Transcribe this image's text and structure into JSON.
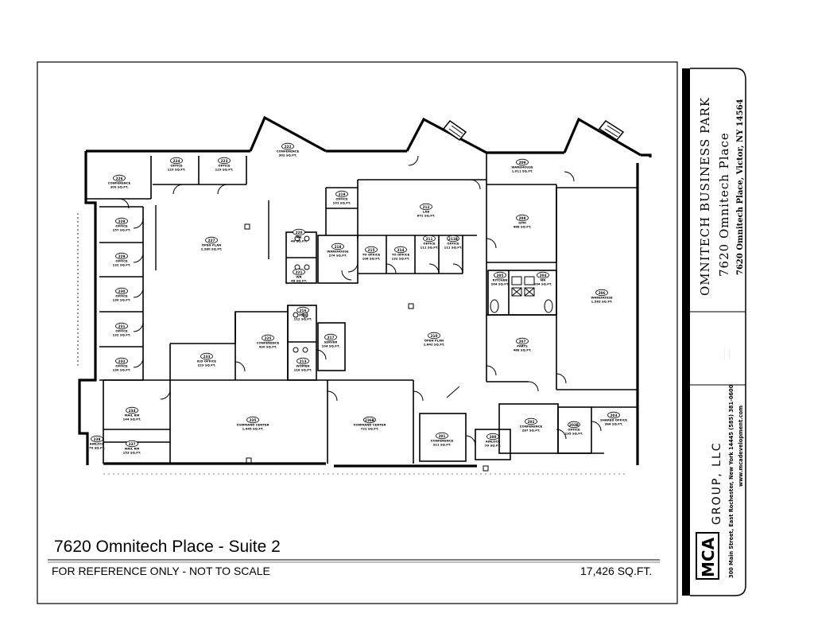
{
  "plan": {
    "title": "7620 Omnitech Place - Suite 2",
    "note": "FOR REFERENCE ONLY - NOT TO SCALE",
    "total_area": "17,426 SQ.FT."
  },
  "titleblock": {
    "park": "OMNITECH BUSINESS PARK",
    "building": "7620 Omnitech Place",
    "address": "7620 Omnitech Place, Victor, NY 14564",
    "company_logo_text": "MCA",
    "company_name": "GROUP, LLC",
    "company_address": "300 Main Street, East Rochester, New York 14445 (585) 381-0600",
    "company_web": "www.mcadevelopment.com"
  },
  "rooms": [
    {
      "num": "226",
      "name": "CONFERENCE",
      "area": "309 SQ.FT."
    },
    {
      "num": "224",
      "name": "OFFICE",
      "area": "129 SQ.FT."
    },
    {
      "num": "223",
      "name": "OFFICE",
      "area": "129 SQ.FT."
    },
    {
      "num": "222",
      "name": "CONFERENCE",
      "area": "302 SQ.FT."
    },
    {
      "num": "228",
      "name": "OFFICE",
      "area": "157 SQ.FT."
    },
    {
      "num": "229",
      "name": "OFFICE",
      "area": "132 SQ.FT."
    },
    {
      "num": "230",
      "name": "OFFICE",
      "area": "130 SQ.FT."
    },
    {
      "num": "231",
      "name": "OFFICE",
      "area": "132 SQ.FT."
    },
    {
      "num": "232",
      "name": "OFFICE",
      "area": "130 SQ.FT."
    },
    {
      "num": "227",
      "name": "OPEN PLAN",
      "area": "2,380 SQ.FT."
    },
    {
      "num": "219",
      "name": "OFFICE",
      "area": "101 SQ.FT."
    },
    {
      "num": "220",
      "name": "MR",
      "area": "48 SQ.FT."
    },
    {
      "num": "221",
      "name": "WR",
      "area": "48 SQ.FT."
    },
    {
      "num": "218",
      "name": "WAREHOUSE",
      "area": "274 SQ.FT."
    },
    {
      "num": "215",
      "name": "TO OFFICE",
      "area": "106 SQ.FT."
    },
    {
      "num": "214",
      "name": "TO OFFICE",
      "area": "132 SQ.FT."
    },
    {
      "num": "212",
      "name": "LAB",
      "area": "672 SQ.FT."
    },
    {
      "num": "211",
      "name": "OFFICE",
      "area": "111 SQ.FT."
    },
    {
      "num": "211B",
      "name": "OFFICE",
      "area": "111 SQ.FT."
    },
    {
      "num": "209",
      "name": "WAREHOUSE",
      "area": "1,011 SQ.FT."
    },
    {
      "num": "208",
      "name": "GYM",
      "area": "488 SQ.FT."
    },
    {
      "num": "206",
      "name": "WAREHOUSE",
      "area": "1,583 SQ.FT."
    },
    {
      "num": "205",
      "name": "KITCHEN",
      "area": "264 SQ.FT."
    },
    {
      "num": "204",
      "name": "MR",
      "area": "204 SQ.FT."
    },
    {
      "num": "207",
      "name": "PARTS",
      "area": "488 SQ.FT."
    },
    {
      "num": "216",
      "name": "MDR",
      "area": "112 SQ.FT."
    },
    {
      "num": "217",
      "name": "SERVER",
      "area": "104 SQ.FT."
    },
    {
      "num": "225",
      "name": "CONFERENCE",
      "area": "430 SQ.FT."
    },
    {
      "num": "213",
      "name": "WOMEN",
      "area": "118 SQ.FT."
    },
    {
      "num": "210",
      "name": "OPEN PLAN",
      "area": "1,642 SQ.FT."
    },
    {
      "num": "233",
      "name": "R/D OFFICE",
      "area": "229 SQ.FT."
    },
    {
      "num": "234",
      "name": "MAIL RM",
      "area": "144 SQ.FT."
    },
    {
      "num": "237",
      "name": "MAIL RM",
      "area": "153 SQ.FT."
    },
    {
      "num": "238",
      "name": "AIRLOCK",
      "area": "70 SQ.FT."
    },
    {
      "num": "235",
      "name": "COMMAND CENTER",
      "area": "1,445 SQ.FT."
    },
    {
      "num": "236B",
      "name": "COMMAND CENTER",
      "area": "721 SQ.FT."
    },
    {
      "num": "201",
      "name": "CONFERENCE",
      "area": "311 SQ.FT."
    },
    {
      "num": "200",
      "name": "AIRLOCK",
      "area": "99 SQ.FT."
    },
    {
      "num": "202",
      "name": "CONFERENCE",
      "area": "287 SQ.FT."
    },
    {
      "num": "203B",
      "name": "OFFICE",
      "area": "135 SQ.FT."
    },
    {
      "num": "203",
      "name": "SHARED OFFICE",
      "area": "384 SQ.FT."
    }
  ]
}
